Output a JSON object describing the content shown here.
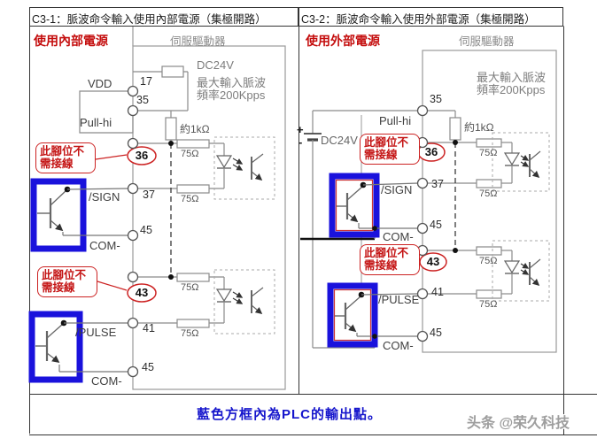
{
  "titles": {
    "left": "C3-1：脈波命令輸入使用內部電源（集極開路）",
    "right": "C3-2：脈波命令輸入使用外部電源（集極開路）"
  },
  "left_panel": {
    "power_mode": "使用內部電源",
    "servo_drive": "伺服驅動器",
    "dc_supply": "DC24V",
    "max_pulse_1": "最大輸入脈波",
    "max_pulse_2": "頻率200Kpps",
    "pullup_resistor": "約1kΩ",
    "series_resistor": "75Ω",
    "signal_vdd": "VDD",
    "signal_pull_hi": "Pull-hi",
    "signal_sign": "/SIGN",
    "signal_com_1": "COM-",
    "signal_pulse": "/PULSE",
    "signal_com_2": "COM-",
    "pin_vdd": "17",
    "pin_pull_hi": "35",
    "pin_sign_ext": "36",
    "pin_sign": "37",
    "pin_com_1": "45",
    "pin_pulse_ext": "43",
    "pin_pulse": "41",
    "pin_com_2": "45",
    "callout_1": "此腳位不",
    "callout_2": "需接線"
  },
  "right_panel": {
    "power_mode": "使用外部電源",
    "servo_drive": "伺服驅動器",
    "dc_supply": "DC24V",
    "battery_plus": "+",
    "battery_minus": "-",
    "max_pulse_1": "最大輸入脈波",
    "max_pulse_2": "頻率200Kpps",
    "pullup_resistor": "約1kΩ",
    "series_resistor": "75Ω",
    "signal_pull_hi": "Pull-hi",
    "signal_sign": "/SIGN",
    "signal_com_1": "COM-",
    "signal_pulse": "/PULSE",
    "signal_com_2": "COM-",
    "pin_pull_hi": "35",
    "pin_sign_ext": "36",
    "pin_sign": "37",
    "pin_com_1": "45",
    "pin_pulse_ext": "43",
    "pin_pulse": "41",
    "pin_com_2": "45",
    "callout_1": "此腳位不",
    "callout_2": "需接線"
  },
  "footer": {
    "note": "藍色方框內為PLC的輸出點。",
    "watermark": "头条 @荣久科技"
  }
}
